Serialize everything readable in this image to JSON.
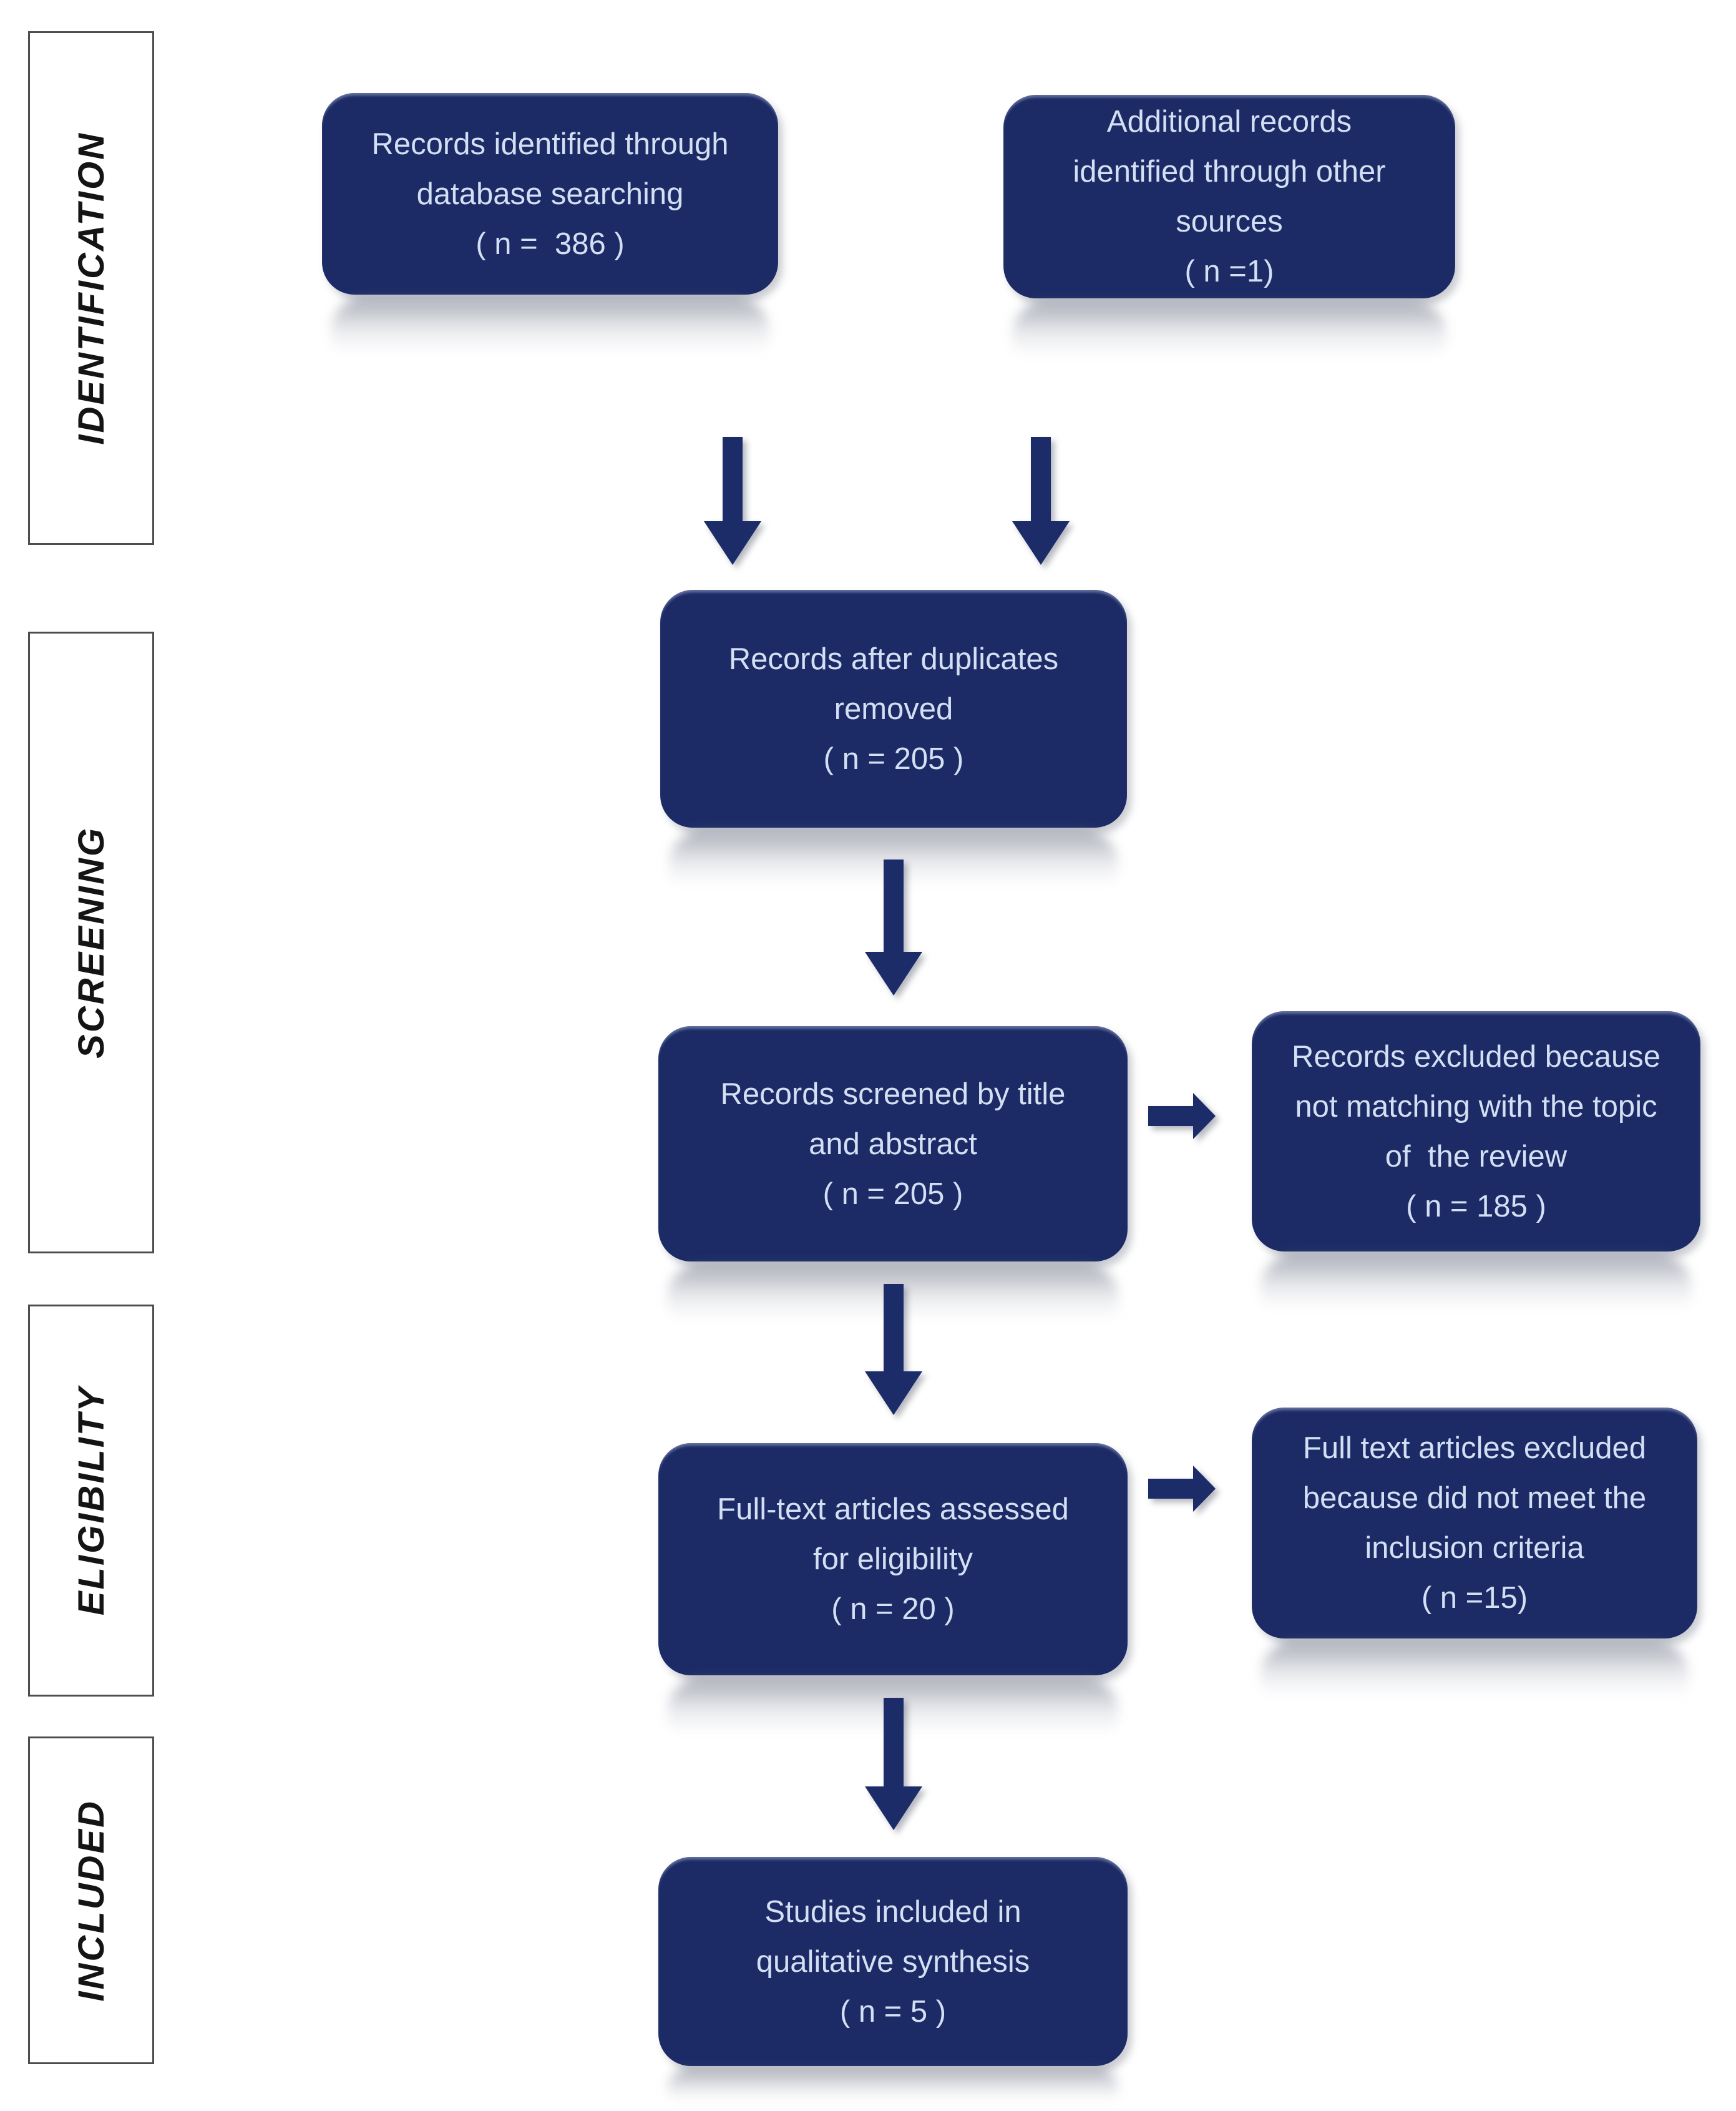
{
  "palette": {
    "box_fill": "#1c2b66",
    "box_text": "#d3dff2",
    "arrow": "#1b2c69",
    "sidebar_border": "#4d4d4d",
    "sidebar_text": "#141414",
    "background": "#ffffff"
  },
  "sidebar": {
    "stages": [
      {
        "label": "IDENTIFICATION"
      },
      {
        "label": "SCREENING"
      },
      {
        "label": "ELIGIBILITY"
      },
      {
        "label": "INCLUDED"
      }
    ]
  },
  "flow": {
    "boxes": [
      {
        "key": "identified",
        "lines": [
          "Records identified through",
          "database searching",
          "( n =  386 )"
        ]
      },
      {
        "key": "additional",
        "lines": [
          "Additional records",
          "identified through other",
          "sources",
          "( n =1)"
        ]
      },
      {
        "key": "deduplicated",
        "lines": [
          "Records after duplicates",
          "removed",
          "( n = 205 )"
        ]
      },
      {
        "key": "screened",
        "lines": [
          "Records screened by title",
          "and abstract",
          "( n = 205 )"
        ]
      },
      {
        "key": "excluded_screening",
        "lines": [
          "Records excluded because",
          "not matching with the topic",
          "of  the review",
          "( n = 185 )"
        ]
      },
      {
        "key": "fulltext_assessed",
        "lines": [
          "Full-text articles assessed",
          "for eligibility",
          "( n = 20 )"
        ]
      },
      {
        "key": "fulltext_excluded",
        "lines": [
          "Full text articles excluded",
          "because did not meet the",
          "inclusion criteria",
          "( n =15)"
        ]
      },
      {
        "key": "included_studies",
        "lines": [
          "Studies included in",
          "qualitative synthesis",
          "( n = 5 )"
        ]
      }
    ]
  }
}
